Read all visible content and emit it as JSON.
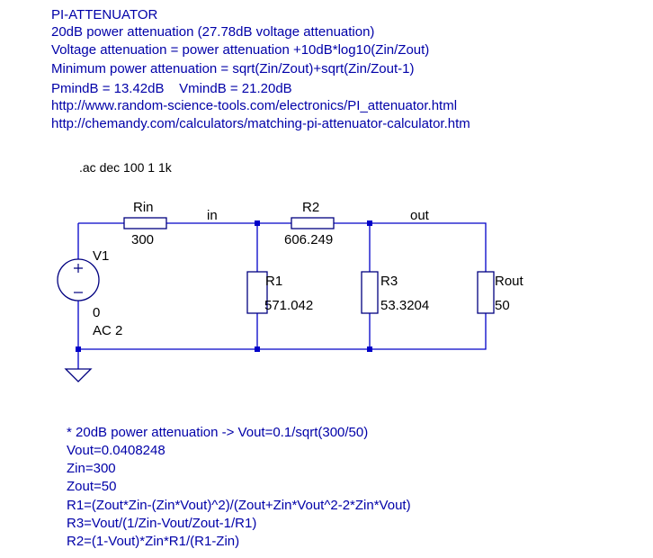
{
  "header_lines": [
    "PI-ATTENUATOR",
    "20dB power attenuation (27.78dB voltage attenuation)",
    "Voltage attenuation = power attenuation +10dB*log10(Zin/Zout)",
    "Minimum power attenuation = sqrt(Zin/Zout)+sqrt(Zin/Zout-1)",
    "PmindB = 13.42dB    VmindB = 21.20dB",
    "http://www.random-science-tools.com/electronics/PI_attenuator.html",
    "http://chemandy.com/calculators/matching-pi-attenuator-calculator.htm"
  ],
  "directive": ".ac dec 100 1 1k",
  "components": {
    "rin": {
      "name": "Rin",
      "value": "300"
    },
    "r2": {
      "name": "R2",
      "value": "606.249"
    },
    "r1": {
      "name": "R1",
      "value": "571.042"
    },
    "r3": {
      "name": "R3",
      "value": "53.3204"
    },
    "rout": {
      "name": "Rout",
      "value": "50"
    },
    "v1": {
      "name": "V1",
      "dc": "0",
      "ac": "AC 2"
    }
  },
  "nets": {
    "in": "in",
    "out": "out"
  },
  "param_lines": [
    "* 20dB power attenuation -> Vout=0.1/sqrt(300/50)",
    "Vout=0.0408248",
    "Zin=300",
    "Zout=50",
    "R1=(Zout*Zin-(Zin*Vout)^2)/(Zout+Zin*Vout^2-2*Zin*Vout)",
    "R3=Vout/(1/Zin-Vout/Zout-1/R1)",
    "R2=(1-Vout)*Zin*R1/(R1-Zin)"
  ],
  "colors": {
    "wire": "#0000c8",
    "text": "#0000a8",
    "directive": "#000000"
  }
}
